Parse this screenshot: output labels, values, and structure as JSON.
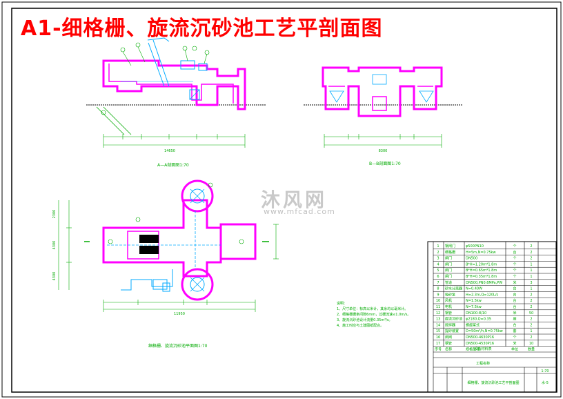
{
  "title": "A1-细格栅、旋流沉砂池工艺平剖面图",
  "watermark": {
    "brand": "沐风网",
    "url": "www.mfcad.com"
  },
  "captions": {
    "section_aa": "A—A剖面图1:70",
    "section_bb": "B—B剖面图1:70",
    "plan": "细格栅、旋流沉砂池平面图1:70"
  },
  "dimensions": {
    "aa_total": "14650",
    "bb_total": "8300",
    "plan_total": "11950",
    "plan_a": "2300",
    "plan_b": "4300",
    "plan_c": "4300"
  },
  "notes": {
    "heading": "说明：",
    "lines": [
      "1、尺寸单位：标高以米计，其余均以毫米计。",
      "2、细格栅栅条间隙6mm，过栅流速≤1.0m/s。",
      "3、旋流沉砂池设计流量0.35m³/s。",
      "4、施工时应与土建图纸配合。"
    ]
  },
  "legend_title": "设备材料表",
  "equipment_rows": [
    {
      "no": "1",
      "name": "钢闸门",
      "spec": "φ500PN10",
      "unit": "个",
      "qty": "2"
    },
    {
      "no": "2",
      "name": "细格栅",
      "spec": "H=5m,N=0.75kw",
      "unit": "台",
      "qty": "2"
    },
    {
      "no": "3",
      "name": "闸门",
      "spec": "DN500",
      "unit": "个",
      "qty": "2"
    },
    {
      "no": "4",
      "name": "闸门",
      "spec": "B*H=1.20m*1.8m",
      "unit": "个",
      "qty": "1"
    },
    {
      "no": "5",
      "name": "闸门",
      "spec": "B*H=0.65m*1.8m",
      "unit": "个",
      "qty": "1"
    },
    {
      "no": "6",
      "name": "闸门",
      "spec": "B*H=0.35m*1.8m",
      "unit": "个",
      "qty": "1"
    },
    {
      "no": "7",
      "name": "管道",
      "spec": "DN500,PN0.6MPa,PW",
      "unit": "米",
      "qty": "3"
    },
    {
      "no": "8",
      "name": "砂水分离器",
      "spec": "N=0.40W",
      "unit": "台",
      "qty": "1"
    },
    {
      "no": "9",
      "name": "吸砂泵",
      "spec": "H=2.3m,Q=120L/s",
      "unit": "台",
      "qty": "2"
    },
    {
      "no": "10",
      "name": "风机",
      "spec": "N=1.5kw",
      "unit": "台",
      "qty": "2"
    },
    {
      "no": "11",
      "name": "电机",
      "spec": "N=7.5kw",
      "unit": "台",
      "qty": "2"
    },
    {
      "no": "12",
      "name": "钢管",
      "spec": "DN100-8/10",
      "unit": "米",
      "qty": "50"
    },
    {
      "no": "13",
      "name": "旋流沉砂池",
      "spec": "φ2180,Q=0.35",
      "unit": "座",
      "qty": "2"
    },
    {
      "no": "14",
      "name": "搅拌器",
      "spec": "螺旋桨式",
      "unit": "台",
      "qty": "2"
    },
    {
      "no": "15",
      "name": "提砂装置",
      "spec": "D=50m³/h,N=0.75kw",
      "unit": "套",
      "qty": "1"
    },
    {
      "no": "16",
      "name": "闸阀",
      "spec": "DN500-4630P16",
      "unit": "个",
      "qty": "2"
    },
    {
      "no": "17",
      "name": "钢管",
      "spec": "DN500-4530P16",
      "unit": "米",
      "qty": "10"
    }
  ],
  "equipment_headers": {
    "no": "序号",
    "name": "名称",
    "spec": "规格型号",
    "unit": "单位",
    "qty": "数量"
  },
  "title_block": {
    "drawing_name": "细格栅、旋流沉砂池工艺平剖面图",
    "project": "工程名称",
    "scale": "1:70",
    "sheet": "水-5"
  }
}
